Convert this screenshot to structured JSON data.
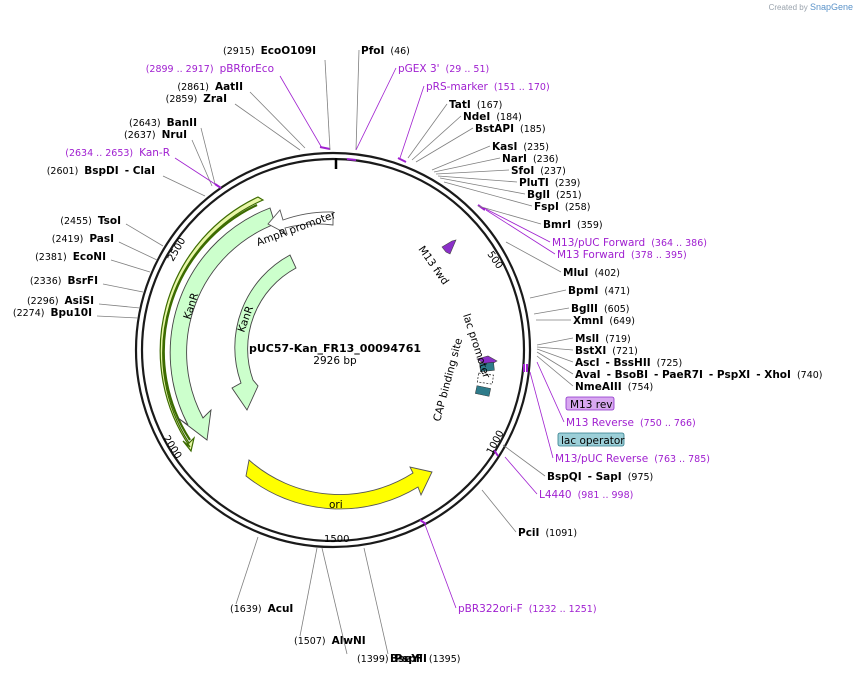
{
  "credit": {
    "prefix": "Created by",
    "brand": "SnapGene"
  },
  "plasmid": {
    "name": "pUC57-Kan_FR13_00094761",
    "length": "2926 bp"
  },
  "ticks": [
    "500",
    "1000",
    "1500",
    "2000",
    "2500"
  ],
  "features": {
    "ampr_promoter": "AmpR promoter",
    "kanr_outer": "KanR",
    "kanr_inner": "KanR",
    "ori": "ori",
    "m13_fwd": "M13 fwd",
    "lac_promoter": "lac promoter",
    "cap_site": "CAP binding site",
    "m13_rev_box": "M13 rev",
    "lac_operator_box": "lac operator"
  },
  "colors": {
    "ampr": "#ffffff",
    "kanr": "#ccffcc",
    "ori": "#ffff00",
    "primer": "#a020d0",
    "m13fwd": "#8b2fc9",
    "lacop": "#9ccfd8",
    "capsite": "#2e7b8a",
    "m13revbox": "#d8a8f0"
  },
  "right_labels": [
    {
      "parts": [
        {
          "t": "TatI",
          "k": "e"
        },
        {
          "t": "(167)",
          "k": "p"
        }
      ]
    },
    {
      "parts": [
        {
          "t": "NdeI",
          "k": "e"
        },
        {
          "t": "(184)",
          "k": "p"
        }
      ]
    },
    {
      "parts": [
        {
          "t": "BstAPI",
          "k": "e"
        },
        {
          "t": "(185)",
          "k": "p"
        }
      ]
    },
    {
      "parts": [
        {
          "t": "KasI",
          "k": "e"
        },
        {
          "t": "(235)",
          "k": "p"
        }
      ]
    },
    {
      "parts": [
        {
          "t": "NarI",
          "k": "e"
        },
        {
          "t": "(236)",
          "k": "p"
        }
      ]
    },
    {
      "parts": [
        {
          "t": "SfoI",
          "k": "e"
        },
        {
          "t": "(237)",
          "k": "p"
        }
      ]
    },
    {
      "parts": [
        {
          "t": "PluTI",
          "k": "e"
        },
        {
          "t": "(239)",
          "k": "p"
        }
      ]
    },
    {
      "parts": [
        {
          "t": "BglI",
          "k": "e"
        },
        {
          "t": "(251)",
          "k": "p"
        }
      ]
    },
    {
      "parts": [
        {
          "t": "FspI",
          "k": "e"
        },
        {
          "t": "(258)",
          "k": "p"
        }
      ]
    },
    {
      "parts": [
        {
          "t": "BmrI",
          "k": "e"
        },
        {
          "t": "(359)",
          "k": "p"
        }
      ]
    },
    {
      "parts": [
        {
          "t": "M13/pUC Forward",
          "k": "r"
        },
        {
          "t": "(364 .. 386)",
          "k": "rp"
        }
      ]
    },
    {
      "parts": [
        {
          "t": "M13 Forward",
          "k": "r"
        },
        {
          "t": "(378 .. 395)",
          "k": "rp"
        }
      ]
    },
    {
      "parts": [
        {
          "t": "MluI",
          "k": "e"
        },
        {
          "t": "(402)",
          "k": "p"
        }
      ]
    },
    {
      "parts": [
        {
          "t": "BpmI",
          "k": "e"
        },
        {
          "t": "(471)",
          "k": "p"
        }
      ]
    },
    {
      "parts": [
        {
          "t": "BglII",
          "k": "e"
        },
        {
          "t": "(605)",
          "k": "p"
        }
      ]
    },
    {
      "parts": [
        {
          "t": "XmnI",
          "k": "e"
        },
        {
          "t": "(649)",
          "k": "p"
        }
      ]
    },
    {
      "parts": [
        {
          "t": "MslI",
          "k": "e"
        },
        {
          "t": "(719)",
          "k": "p"
        }
      ]
    },
    {
      "parts": [
        {
          "t": "BstXI",
          "k": "e"
        },
        {
          "t": "(721)",
          "k": "p"
        }
      ]
    },
    {
      "parts": [
        {
          "t": "AscI",
          "k": "e"
        },
        {
          "t": "- BssHII",
          "k": "e"
        },
        {
          "t": "(725)",
          "k": "p"
        }
      ]
    },
    {
      "parts": [
        {
          "t": "AvaI",
          "k": "e"
        },
        {
          "t": "- BsoBI",
          "k": "e"
        },
        {
          "t": "- PaeR7I",
          "k": "e"
        },
        {
          "t": "- PspXI",
          "k": "e"
        },
        {
          "t": "- XhoI",
          "k": "e"
        },
        {
          "t": "(740)",
          "k": "p"
        }
      ]
    },
    {
      "parts": [
        {
          "t": "NmeAIII",
          "k": "e"
        },
        {
          "t": "(754)",
          "k": "p"
        }
      ]
    },
    {
      "parts": [
        {
          "t": "M13 Reverse",
          "k": "r"
        },
        {
          "t": "(750 .. 766)",
          "k": "rp"
        }
      ]
    },
    {
      "parts": [
        {
          "t": "M13/pUC Reverse",
          "k": "r"
        },
        {
          "t": "(763 .. 785)",
          "k": "rp"
        }
      ]
    },
    {
      "parts": [
        {
          "t": "BspQI",
          "k": "e"
        },
        {
          "t": "- SapI",
          "k": "e"
        },
        {
          "t": "(975)",
          "k": "p"
        }
      ]
    },
    {
      "parts": [
        {
          "t": "L4440",
          "k": "r"
        },
        {
          "t": "(981 .. 998)",
          "k": "rp"
        }
      ]
    },
    {
      "parts": [
        {
          "t": "PciI",
          "k": "e"
        },
        {
          "t": "(1091)",
          "k": "p"
        }
      ]
    },
    {
      "parts": [
        {
          "t": "pBR322ori-F",
          "k": "r"
        },
        {
          "t": "(1232 .. 1251)",
          "k": "rp"
        }
      ]
    },
    {
      "parts": [
        {
          "t": "PfoI",
          "k": "e"
        },
        {
          "t": "(46)",
          "k": "p"
        }
      ]
    },
    {
      "parts": [
        {
          "t": "pGEX 3'",
          "k": "r"
        },
        {
          "t": "(29 .. 51)",
          "k": "rp"
        }
      ]
    },
    {
      "parts": [
        {
          "t": "pRS-marker",
          "k": "r"
        },
        {
          "t": "(151 .. 170)",
          "k": "rp"
        }
      ]
    }
  ],
  "left_labels": [
    {
      "parts": [
        {
          "t": "(2915)",
          "k": "p"
        },
        {
          "t": "EcoO109I",
          "k": "e"
        }
      ]
    },
    {
      "parts": [
        {
          "t": "(2899 .. 2917)",
          "k": "rp"
        },
        {
          "t": "pBRforEco",
          "k": "r"
        }
      ]
    },
    {
      "parts": [
        {
          "t": "(2861)",
          "k": "p"
        },
        {
          "t": "AatII",
          "k": "e"
        }
      ]
    },
    {
      "parts": [
        {
          "t": "(2859)",
          "k": "p"
        },
        {
          "t": "ZraI",
          "k": "e"
        }
      ]
    },
    {
      "parts": [
        {
          "t": "(2643)",
          "k": "p"
        },
        {
          "t": "BanII",
          "k": "e"
        }
      ]
    },
    {
      "parts": [
        {
          "t": "(2637)",
          "k": "p"
        },
        {
          "t": "NruI",
          "k": "e"
        }
      ]
    },
    {
      "parts": [
        {
          "t": "(2634 .. 2653)",
          "k": "rp"
        },
        {
          "t": "Kan-R",
          "k": "r"
        }
      ]
    },
    {
      "parts": [
        {
          "t": "(2601)",
          "k": "p"
        },
        {
          "t": "BspDI",
          "k": "e"
        },
        {
          "t": "- ClaI",
          "k": "e"
        }
      ]
    },
    {
      "parts": [
        {
          "t": "(2455)",
          "k": "p"
        },
        {
          "t": "TsoI",
          "k": "e"
        }
      ]
    },
    {
      "parts": [
        {
          "t": "(2419)",
          "k": "p"
        },
        {
          "t": "PasI",
          "k": "e"
        }
      ]
    },
    {
      "parts": [
        {
          "t": "(2381)",
          "k": "p"
        },
        {
          "t": "EcoNI",
          "k": "e"
        }
      ]
    },
    {
      "parts": [
        {
          "t": "(2336)",
          "k": "p"
        },
        {
          "t": "BsrFI",
          "k": "e"
        }
      ]
    },
    {
      "parts": [
        {
          "t": "(2296)",
          "k": "p"
        },
        {
          "t": "AsiSI",
          "k": "e"
        }
      ]
    },
    {
      "parts": [
        {
          "t": "(2274)",
          "k": "p"
        },
        {
          "t": "Bpu10I",
          "k": "e"
        }
      ]
    },
    {
      "parts": [
        {
          "t": "(1639)",
          "k": "p"
        },
        {
          "t": "AcuI",
          "k": "e"
        }
      ]
    },
    {
      "parts": [
        {
          "t": "(1507)",
          "k": "p"
        },
        {
          "t": "AlwNI",
          "k": "e"
        }
      ]
    },
    {
      "parts": [
        {
          "t": "(1399)",
          "k": "p"
        },
        {
          "t": "PspFI",
          "k": "e"
        }
      ]
    },
    {
      "parts": [
        {
          "t": "BseYI",
          "k": "e"
        },
        {
          "t": "(1395)",
          "k": "p"
        }
      ]
    }
  ]
}
